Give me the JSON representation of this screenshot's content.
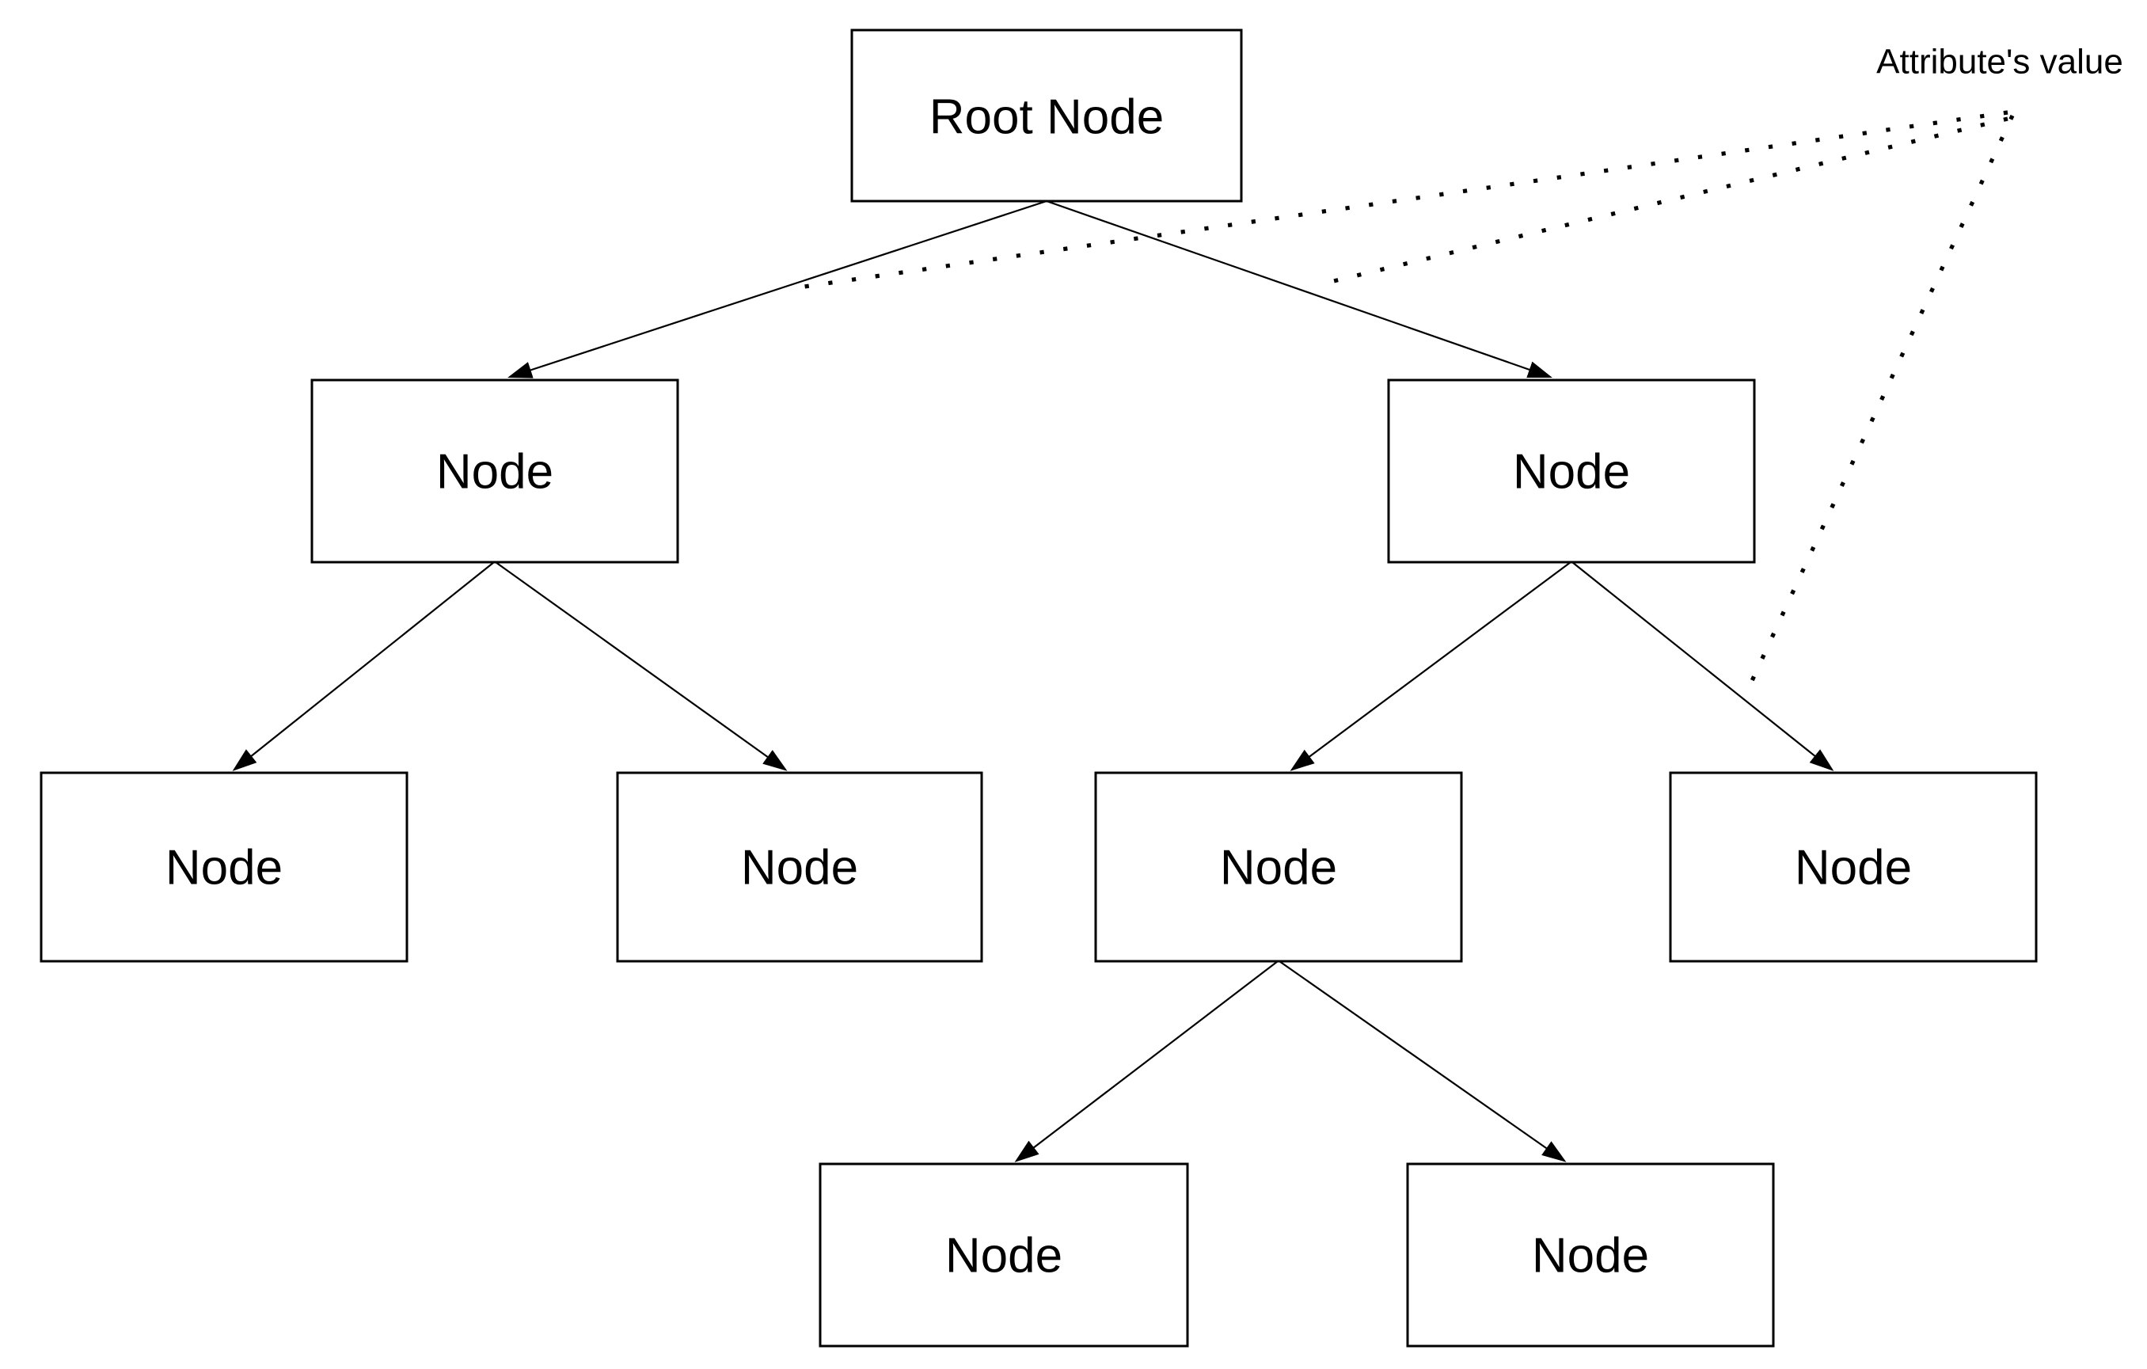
{
  "diagram": {
    "type": "tree",
    "nodes": {
      "root": {
        "label": "Root Node"
      },
      "l2_left": {
        "label": "Node"
      },
      "l2_right": {
        "label": "Node"
      },
      "l3_a": {
        "label": "Node"
      },
      "l3_b": {
        "label": "Node"
      },
      "l3_c": {
        "label": "Node"
      },
      "l3_d": {
        "label": "Node"
      },
      "l4_a": {
        "label": "Node"
      },
      "l4_b": {
        "label": "Node"
      }
    },
    "edges": [
      {
        "from": "root",
        "to": "l2_left"
      },
      {
        "from": "root",
        "to": "l2_right"
      },
      {
        "from": "l2_left",
        "to": "l3_a"
      },
      {
        "from": "l2_left",
        "to": "l3_b"
      },
      {
        "from": "l2_right",
        "to": "l3_c"
      },
      {
        "from": "l2_right",
        "to": "l3_d"
      },
      {
        "from": "l3_c",
        "to": "l4_a"
      },
      {
        "from": "l3_c",
        "to": "l4_b"
      }
    ],
    "annotation": {
      "label": "Attribute's value",
      "pointer_style": "dotted",
      "pointers": [
        "edge from Root Node to left Node",
        "edge from Root Node to right Node",
        "edge from right Node to its rightmost child Node"
      ]
    },
    "colors": {
      "background": "#ffffff",
      "node_fill": "#ffffff",
      "stroke": "#000000",
      "text": "#000000"
    }
  }
}
